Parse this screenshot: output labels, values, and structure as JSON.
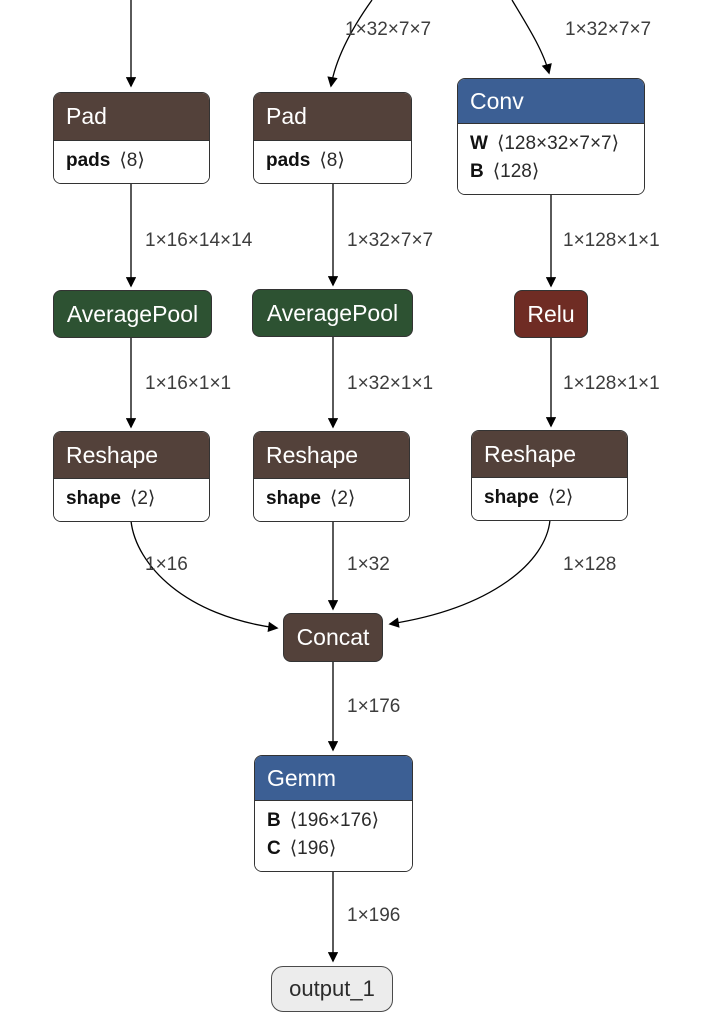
{
  "graph": {
    "nodes": [
      {
        "type": "Pad",
        "attributes": [
          {
            "name": "pads",
            "value": "⟨8⟩"
          }
        ]
      },
      {
        "type": "Pad",
        "attributes": [
          {
            "name": "pads",
            "value": "⟨8⟩"
          }
        ]
      },
      {
        "type": "Conv",
        "attributes": [
          {
            "name": "W",
            "value": "⟨128×32×7×7⟩"
          },
          {
            "name": "B",
            "value": "⟨128⟩"
          }
        ]
      },
      {
        "type": "AveragePool"
      },
      {
        "type": "AveragePool"
      },
      {
        "type": "Relu"
      },
      {
        "type": "Reshape",
        "attributes": [
          {
            "name": "shape",
            "value": "⟨2⟩"
          }
        ]
      },
      {
        "type": "Reshape",
        "attributes": [
          {
            "name": "shape",
            "value": "⟨2⟩"
          }
        ]
      },
      {
        "type": "Reshape",
        "attributes": [
          {
            "name": "shape",
            "value": "⟨2⟩"
          }
        ]
      },
      {
        "type": "Concat"
      },
      {
        "type": "Gemm",
        "attributes": [
          {
            "name": "B",
            "value": "⟨196×176⟩"
          },
          {
            "name": "C",
            "value": "⟨196⟩"
          }
        ]
      },
      {
        "type": "output_1"
      }
    ],
    "edges": [
      {
        "name": "input-to-pad-2",
        "label": "1×32×7×7"
      },
      {
        "name": "input-to-conv",
        "label": "1×32×7×7"
      },
      {
        "name": "pad-1-to-averagepool-1",
        "label": "1×16×14×14"
      },
      {
        "name": "pad-2-to-averagepool-2",
        "label": "1×32×7×7"
      },
      {
        "name": "conv-to-relu",
        "label": "1×128×1×1"
      },
      {
        "name": "averagepool-1-to-reshape-1",
        "label": "1×16×1×1"
      },
      {
        "name": "averagepool-2-to-reshape-2",
        "label": "1×32×1×1"
      },
      {
        "name": "relu-to-reshape-3",
        "label": "1×128×1×1"
      },
      {
        "name": "reshape-1-to-concat",
        "label": "1×16"
      },
      {
        "name": "reshape-2-to-concat",
        "label": "1×32"
      },
      {
        "name": "reshape-3-to-concat",
        "label": "1×128"
      },
      {
        "name": "concat-to-gemm",
        "label": "1×176"
      },
      {
        "name": "gemm-to-output",
        "label": "1×196"
      }
    ]
  },
  "colors": {
    "layer-brown": "#53413a",
    "layer-blue": "#3c5f94",
    "pool-green": "#2d5232",
    "activation-maroon": "#6f2c24",
    "node-border": "#333333",
    "edge-line": "#000000",
    "edge-label-text": "#3d3d3d",
    "output-fill": "#ececec",
    "body-bg": "#ffffff"
  }
}
